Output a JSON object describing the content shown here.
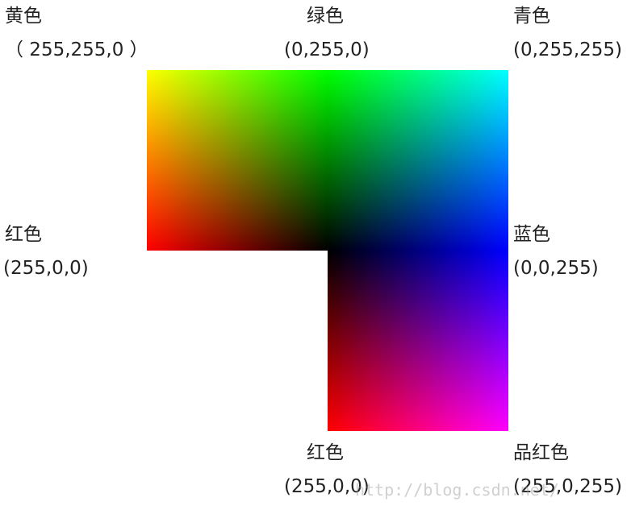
{
  "labels": {
    "yellow": {
      "name": "黄色",
      "rgb": "（ 255,255,0 ）"
    },
    "green": {
      "name": "绿色",
      "rgb": "(0,255,0)"
    },
    "cyan": {
      "name": "青色",
      "rgb": "(0,255,255)"
    },
    "red_left": {
      "name": "红色",
      "rgb": "(255,0,0)"
    },
    "blue": {
      "name": "蓝色",
      "rgb": "(0,0,255)"
    },
    "red_bottom": {
      "name": "红色",
      "rgb": "(255,0,0)"
    },
    "magenta": {
      "name": "品红色",
      "rgb": "(255,0,255)"
    }
  },
  "watermark": "http://blog.csdn.net/",
  "colors": {
    "yellow": "#ffff00",
    "green": "#00ff00",
    "cyan": "#00ffff",
    "red": "#ff0000",
    "black": "#000000",
    "blue": "#0000ff",
    "magenta": "#ff00ff"
  }
}
